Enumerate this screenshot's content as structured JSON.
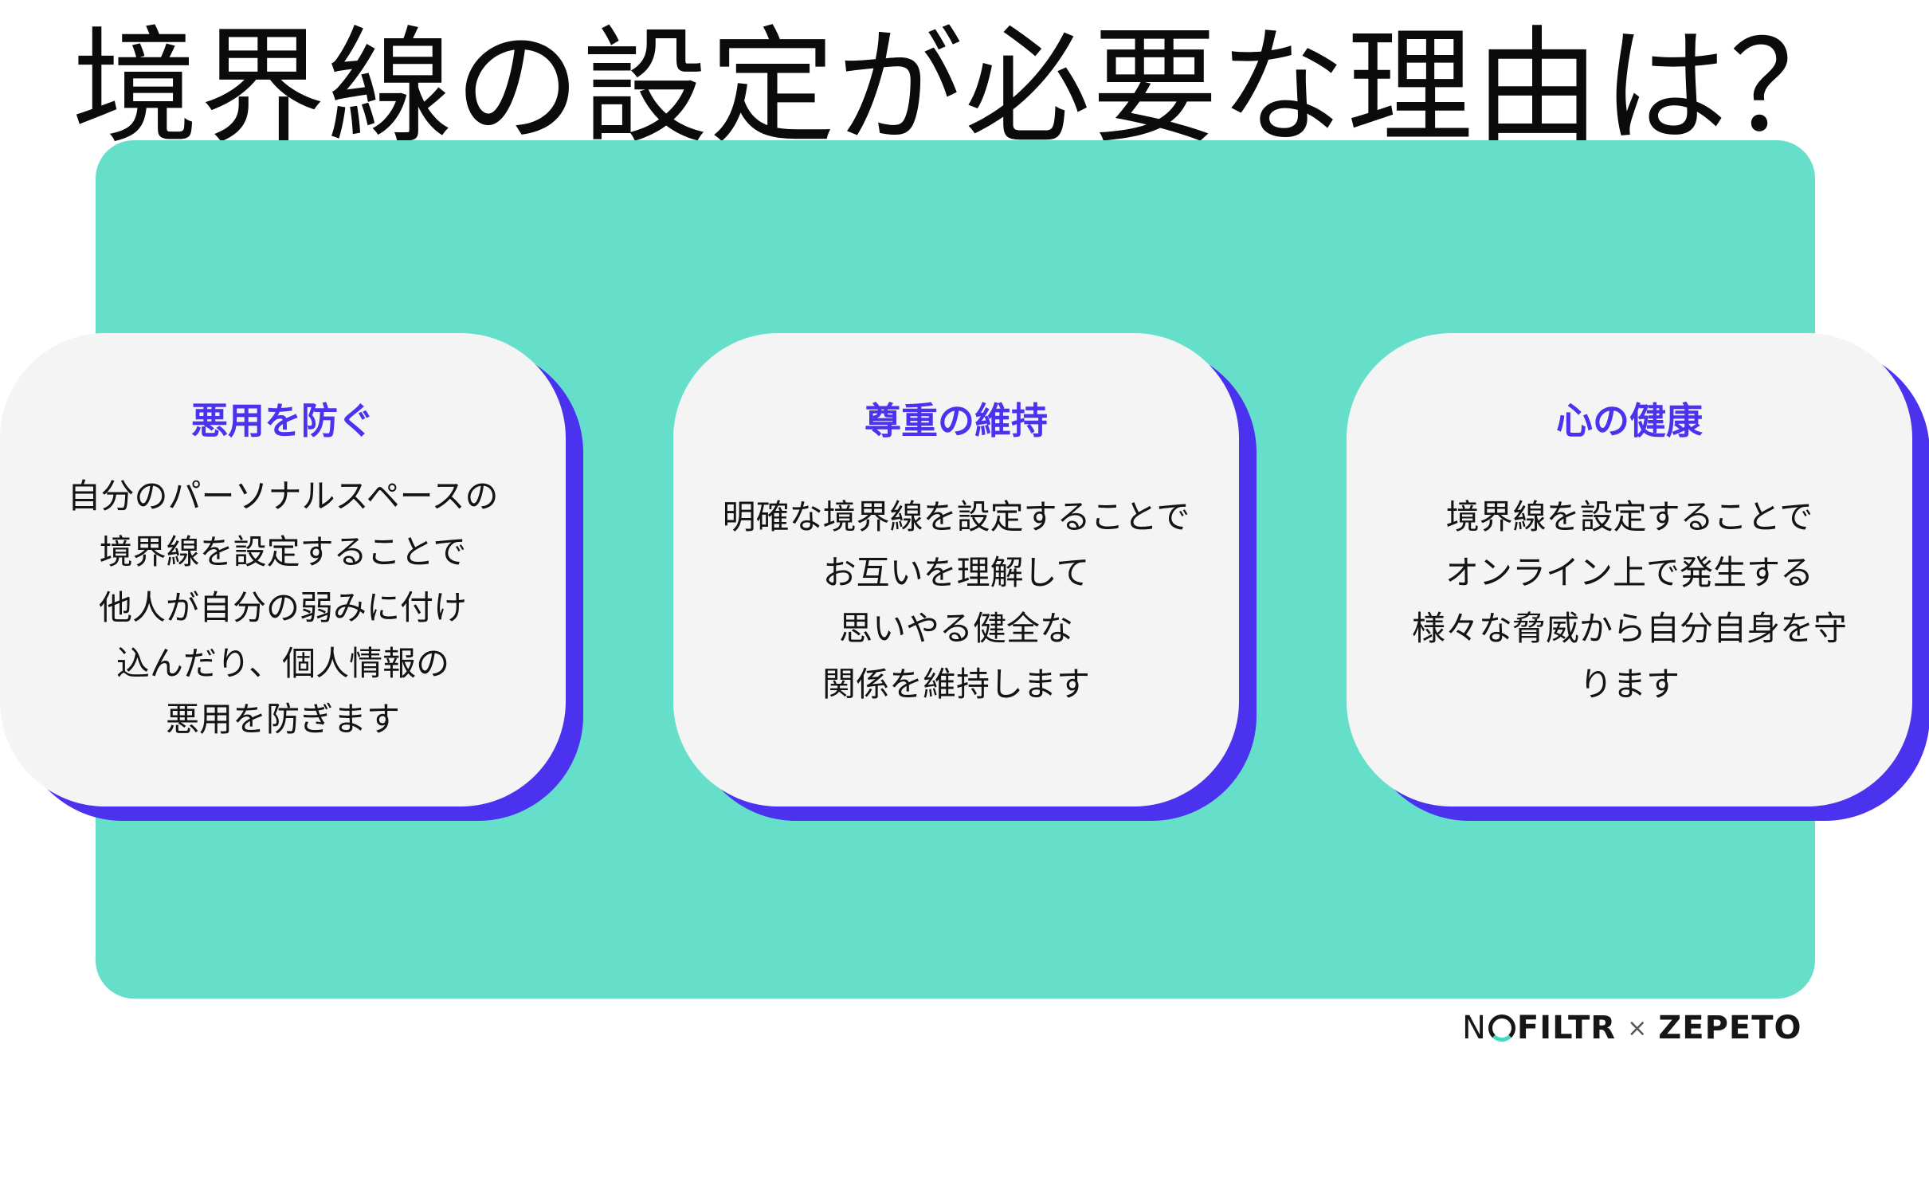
{
  "title": "境界線の設定が必要な理由は？",
  "colors": {
    "panel": "#66dfca",
    "card": "#f4f4f4",
    "accent": "#4a32ee"
  },
  "cards": [
    {
      "heading": "悪用を防ぐ",
      "lines": [
        "自分のパーソナルスペースの",
        "境界線を設定することで",
        "他人が自分の弱みに付け",
        "込んだり、個人情報の",
        "悪用を防ぎます"
      ]
    },
    {
      "heading": "尊重の維持",
      "lines": [
        "明確な境界線を設定することで",
        "お互いを理解して",
        "思いやる健全な",
        "関係を維持します"
      ]
    },
    {
      "heading": "心の健康",
      "lines": [
        "境界線を設定することで",
        "オンライン上で発生する",
        "様々な脅威から自分自身を守",
        "ります"
      ]
    }
  ],
  "logo": {
    "left_n": "N",
    "left_rest": "FILTR",
    "separator": "×",
    "right": "ZEPETO"
  }
}
